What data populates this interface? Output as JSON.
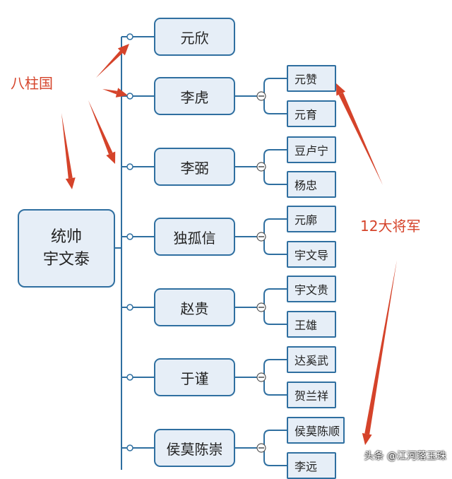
{
  "root": {
    "line1": "统帅",
    "line2": "宇文泰"
  },
  "generals": [
    {
      "name": "元欣",
      "subs": []
    },
    {
      "name": "李虎",
      "subs": [
        "元赞",
        "元育"
      ]
    },
    {
      "name": "李弼",
      "subs": [
        "豆卢宁",
        "杨忠"
      ]
    },
    {
      "name": "独孤信",
      "subs": [
        "元廓",
        "宇文导"
      ]
    },
    {
      "name": "赵贵",
      "subs": [
        "宇文贵",
        "王雄"
      ]
    },
    {
      "name": "于谨",
      "subs": [
        "达奚武",
        "贺兰祥"
      ]
    },
    {
      "name": "侯莫陈崇",
      "subs": [
        "侯莫陈顺",
        "李远"
      ]
    }
  ],
  "annotations": {
    "pillars": "八柱国",
    "generals12": "12大将军"
  },
  "watermark": "头条 @江河落玉珠",
  "colors": {
    "line": "#2f6fa0",
    "box_fill": "#e6eef7",
    "arrow": "#d5432a",
    "text": "#222222"
  }
}
